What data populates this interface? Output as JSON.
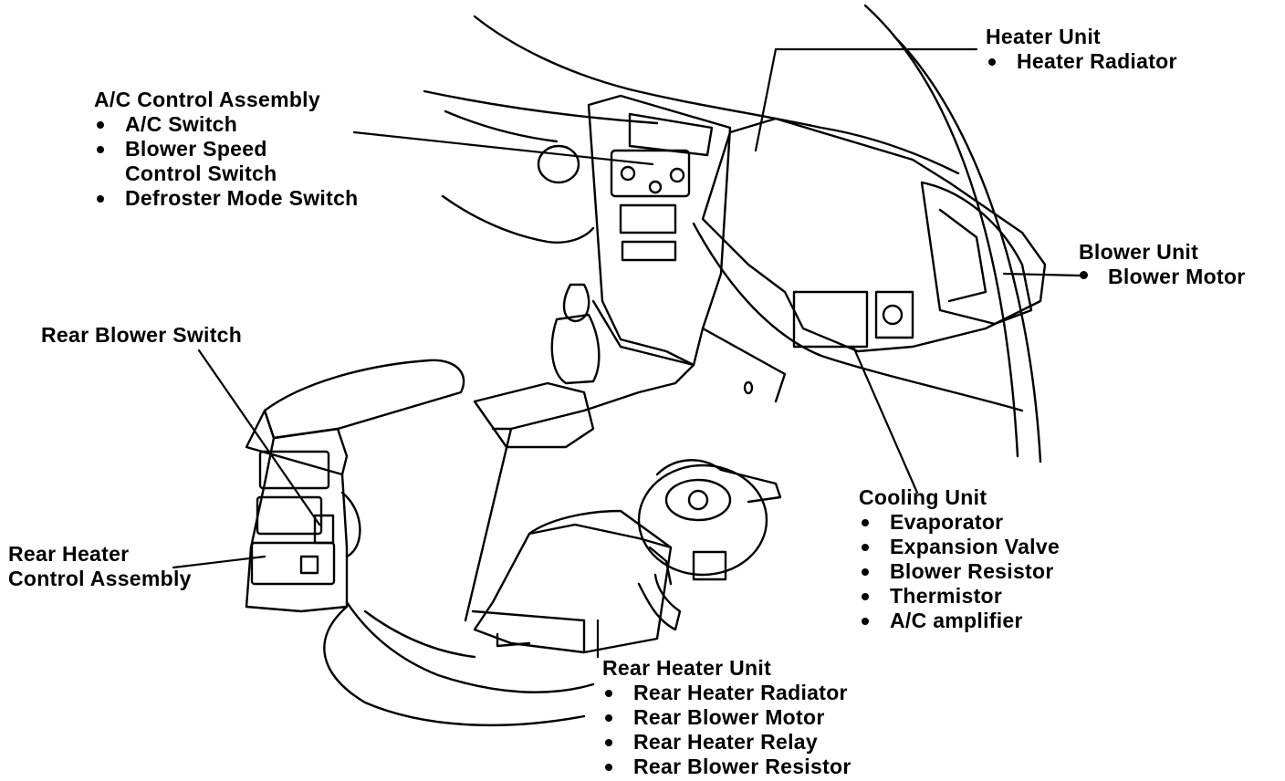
{
  "labels": {
    "heater_unit": {
      "title": "Heater Unit",
      "items": [
        "Heater Radiator"
      ]
    },
    "ac_control": {
      "title": "A/C Control Assembly",
      "items": [
        "A/C Switch",
        "Blower Speed",
        "Defroster Mode Switch"
      ],
      "continuation": "Control Switch"
    },
    "blower_unit": {
      "title": "Blower Unit",
      "items": [
        "Blower Motor"
      ]
    },
    "rear_blower_switch": {
      "title": "Rear Blower Switch"
    },
    "rear_heater_control": {
      "title_line1": "Rear Heater",
      "title_line2": "Control Assembly"
    },
    "cooling_unit": {
      "title": "Cooling Unit",
      "items": [
        "Evaporator",
        "Expansion Valve",
        "Blower Resistor",
        "Thermistor",
        "A/C amplifier"
      ]
    },
    "rear_heater_unit": {
      "title": "Rear Heater Unit",
      "items": [
        "Rear Heater Radiator",
        "Rear Blower Motor",
        "Rear Heater Relay",
        "Rear Blower Resistor"
      ]
    }
  },
  "style": {
    "ink": "#000000",
    "paper": "#ffffff"
  }
}
